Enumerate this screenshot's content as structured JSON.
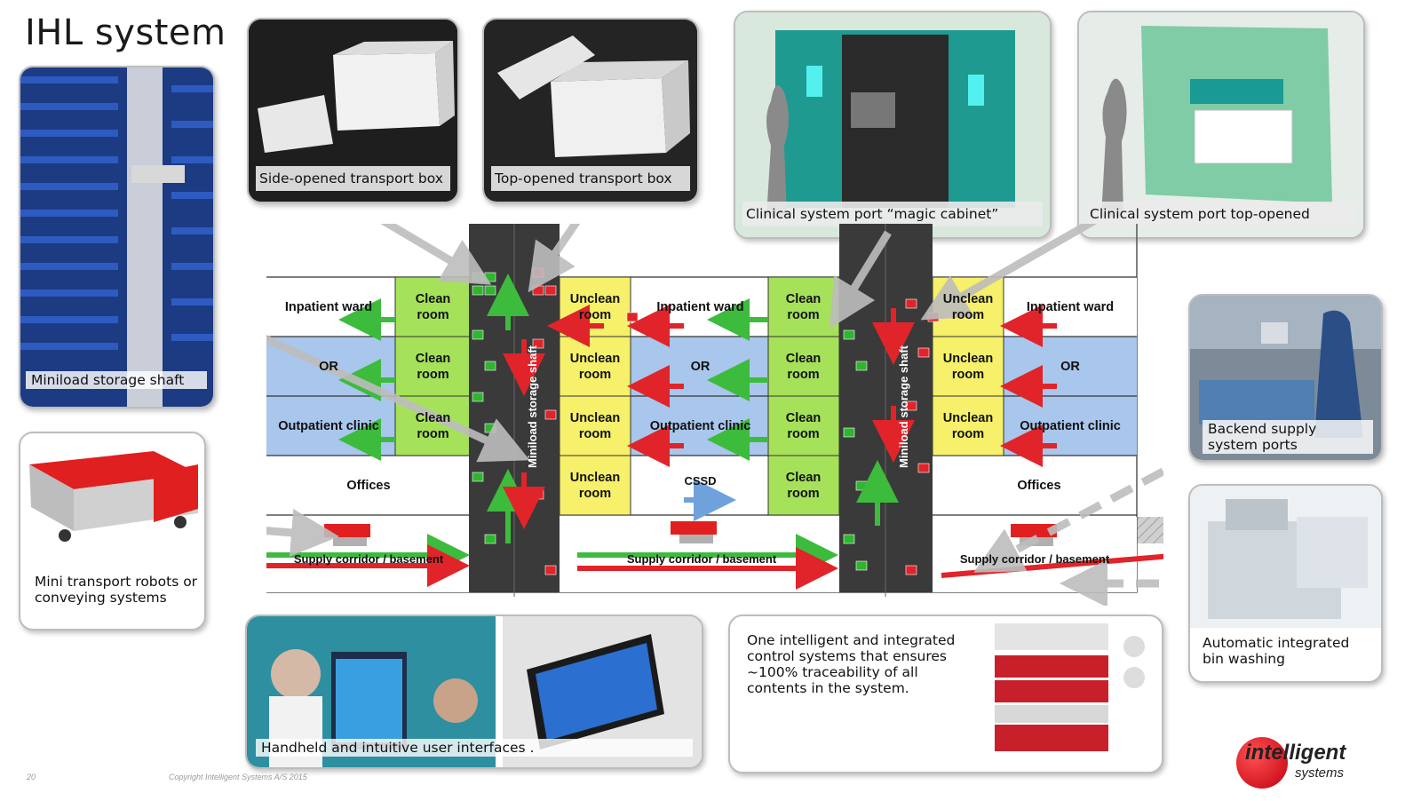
{
  "slide": {
    "title": "IHL system",
    "page_number": "20",
    "copyright": "Copyright Intelligent Systems A/S 2015"
  },
  "photos": {
    "side_box": "Side-opened transport box",
    "top_box": "Top-opened transport box",
    "magic_cabinet": "Clinical system port “magic cabinet”",
    "top_opened": "Clinical system port top-opened",
    "miniload": "Miniload storage shaft",
    "robots": "Mini transport robots or conveying systems",
    "backend": "Backend supply system ports",
    "bin_washing": "Automatic integrated bin washing",
    "handheld": "Handheld and intuitive user interfaces .",
    "control": "One intelligent and integrated control systems that ensures ~100% traceability of all contents in the system."
  },
  "diagram": {
    "rows": {
      "inpatient": "Inpatient ward",
      "or": "OR",
      "outpatient": "Outpatient clinic",
      "offices": "Offices",
      "cssd": "CSSD"
    },
    "clean_room": "Clean room",
    "unclean_room": "Unclean room",
    "shaft_label": "Miniload storage shaft",
    "corridor": "Supply corridor / basement"
  },
  "logo": {
    "line1": "intelligent",
    "line2": "systems"
  },
  "colors": {
    "green": "#3dbb3d",
    "red": "#e0242a",
    "clean_bg": "#a5e25a",
    "unclean_bg": "#f6f06a",
    "blue_row": "#a9c6ec",
    "shaft": "#3a3a3a"
  }
}
